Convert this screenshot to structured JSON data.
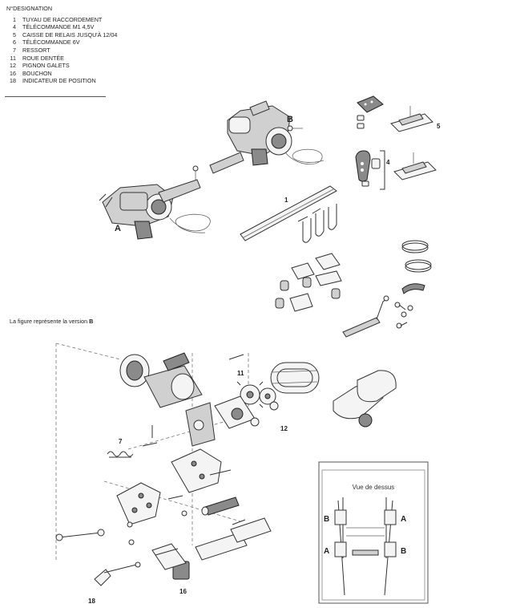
{
  "legend": {
    "header": "N°DESIGNATION",
    "items": [
      {
        "num": "1",
        "label": "TUYAU DE RACCORDEMENT"
      },
      {
        "num": "4",
        "label": "TÉLÉCOMMANDE M1 4,5V"
      },
      {
        "num": "5",
        "label": "CAISSE DE RELAIS JUSQU'À 12/04"
      },
      {
        "num": "6",
        "label": "TÉLÉCOMMANDE 6V"
      },
      {
        "num": "7",
        "label": "RESSORT"
      },
      {
        "num": "11",
        "label": "ROUE DENTÉE"
      },
      {
        "num": "12",
        "label": "PIGNON GALETS"
      },
      {
        "num": "16",
        "label": "BOUCHON"
      },
      {
        "num": "18",
        "label": "INDICATEUR DE POSITION"
      }
    ]
  },
  "note": {
    "text": "La figure représente la version ",
    "version": "B"
  },
  "callouts": {
    "a_letter": "A",
    "b_letter": "B",
    "n1": "1",
    "n4": "4",
    "n5": "5",
    "n7": "7",
    "n11": "11",
    "n12": "12",
    "n16": "16",
    "n18": "18"
  },
  "inset": {
    "title": "Vue de dessus",
    "left_top": "B",
    "right_top": "A",
    "left_bottom": "A",
    "right_bottom": "B"
  }
}
